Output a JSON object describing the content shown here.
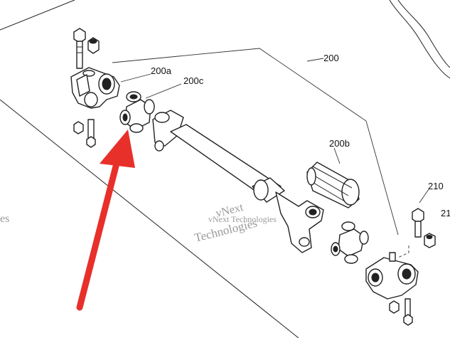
{
  "callouts": {
    "c200": "200",
    "c200a": "200a",
    "c200b": "200b",
    "c200c": "200c",
    "c210": "210",
    "c21x": "21"
  },
  "watermark": {
    "line1": "vNext Technologies",
    "line2": "Technologies",
    "line3": "vNext",
    "line4": "es"
  },
  "colors": {
    "arrow": "#e8302a",
    "line": "#222222"
  },
  "icons": {
    "arrow": "red-pointer-arrow-icon"
  }
}
